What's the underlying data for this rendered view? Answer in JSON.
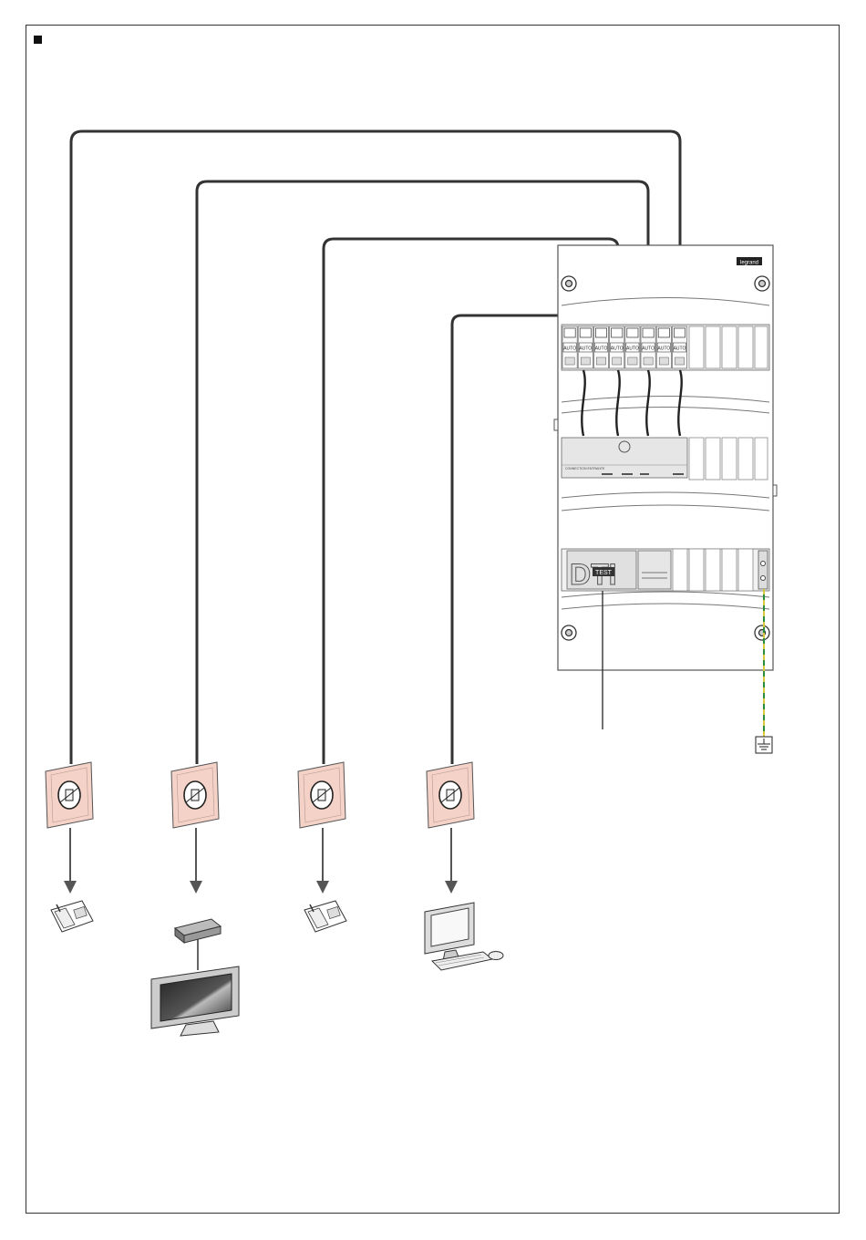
{
  "panel": {
    "brand": "legrand",
    "breaker_labels": [
      "AUTO",
      "AUTO",
      "AUTO",
      "AUTO",
      "AUTO",
      "AUTO",
      "AUTO",
      "AUTO"
    ],
    "module_caption": "CONNECTION ENTRANTE",
    "dti_label": "DTI",
    "test_label": "TEST"
  },
  "outlets": [
    {
      "device": "telephone"
    },
    {
      "device": "tv-box-and-tv"
    },
    {
      "device": "telephone"
    },
    {
      "device": "computer"
    }
  ],
  "colors": {
    "line": "#333333",
    "outlet": "#f4d2c7",
    "ground": "#2e8b3c",
    "ground_dash": "#d8c93a",
    "arrow": "#555555"
  }
}
